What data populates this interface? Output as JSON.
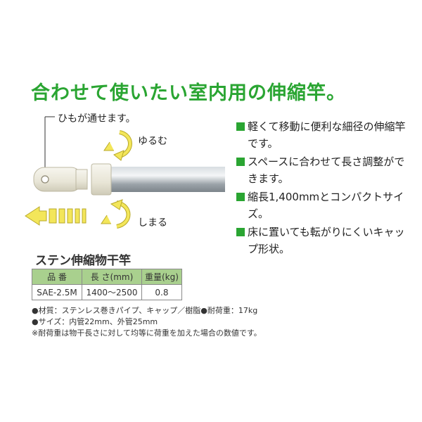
{
  "headline": "合わせて使いたい室内用の伸縮竿。",
  "illustration": {
    "string_note": "ひもが通せます。",
    "loosen_label": "ゆるむ",
    "tighten_label": "しまる",
    "colors": {
      "pole": "#a9b0b6",
      "cap": "#efede3",
      "arrow": "#f3e65a"
    }
  },
  "features": [
    "軽くて移動に便利な細径の伸縮竿です。",
    "スペースに合わせて長さ調整ができます。",
    "縮長1,400mmとコンパクトサイズ。",
    "床に置いても転がりにくいキャップ形状。"
  ],
  "spec": {
    "title": "ステン伸縮物干竿",
    "headers": [
      "品 番",
      "長 さ(mm)",
      "重量(kg)"
    ],
    "rows": [
      [
        "SAE-2.5M",
        "1400〜2500",
        "0.8"
      ]
    ],
    "header_color": "#a9d08e"
  },
  "notes": [
    "●材質：ステンレス巻きパイプ、キャップ／樹脂●耐荷重：17kg",
    "●サイズ：内管22mm、外管25mm",
    "※耐荷重は物干長さに対して均等に荷重を加えた場合の数値です。"
  ],
  "brand_color": "#2aa532"
}
